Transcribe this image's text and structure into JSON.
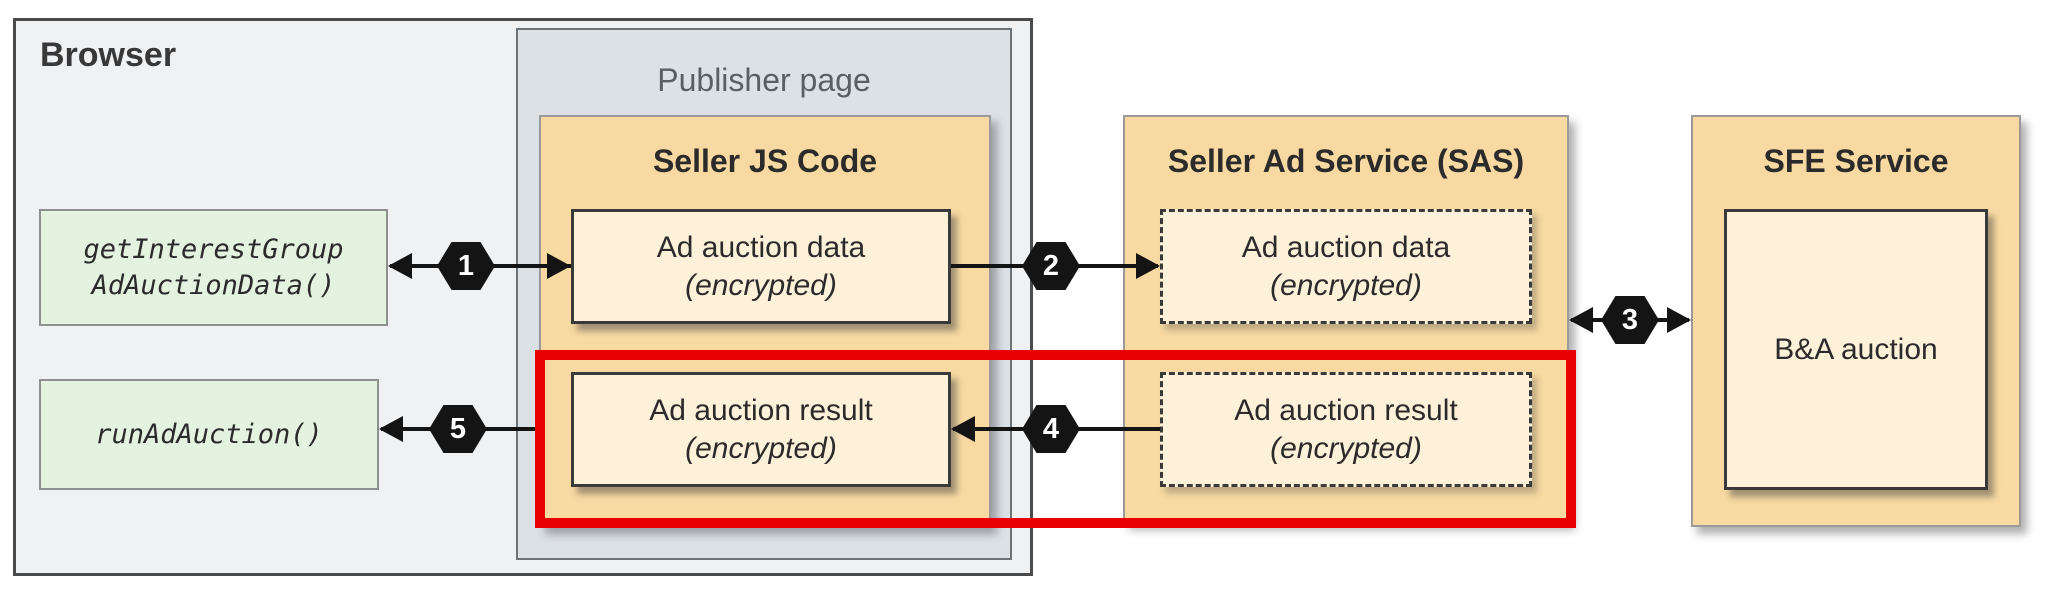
{
  "browser": {
    "label": "Browser"
  },
  "publisher_page": {
    "label": "Publisher page"
  },
  "seller_js": {
    "title": "Seller JS Code",
    "data_box": {
      "line1": "Ad auction data",
      "line2": "(encrypted)"
    },
    "result_box": {
      "line1": "Ad auction result",
      "line2": "(encrypted)"
    }
  },
  "sas": {
    "title": "Seller Ad Service (SAS)",
    "data_box": {
      "line1": "Ad auction data",
      "line2": "(encrypted)"
    },
    "result_box": {
      "line1": "Ad auction result",
      "line2": "(encrypted)"
    }
  },
  "sfe": {
    "title": "SFE Service",
    "auction_box": "B&A auction"
  },
  "apis": {
    "get_interest_group": {
      "line1": "getInterestGroup",
      "line2": "AdAuctionData()"
    },
    "run_ad_auction": {
      "line1": "runAdAuction()"
    }
  },
  "steps": {
    "s1": "1",
    "s2": "2",
    "s3": "3",
    "s4": "4",
    "s5": "5"
  },
  "colors": {
    "panel_orange": "#f7d9a1",
    "box_cream": "#fdf2d9",
    "api_green": "#e4f3e0",
    "highlight_red": "#e80000",
    "badge_black": "#141414",
    "browser_gray": "#f0f1f3",
    "publisher_gray": "#dce1e6"
  }
}
